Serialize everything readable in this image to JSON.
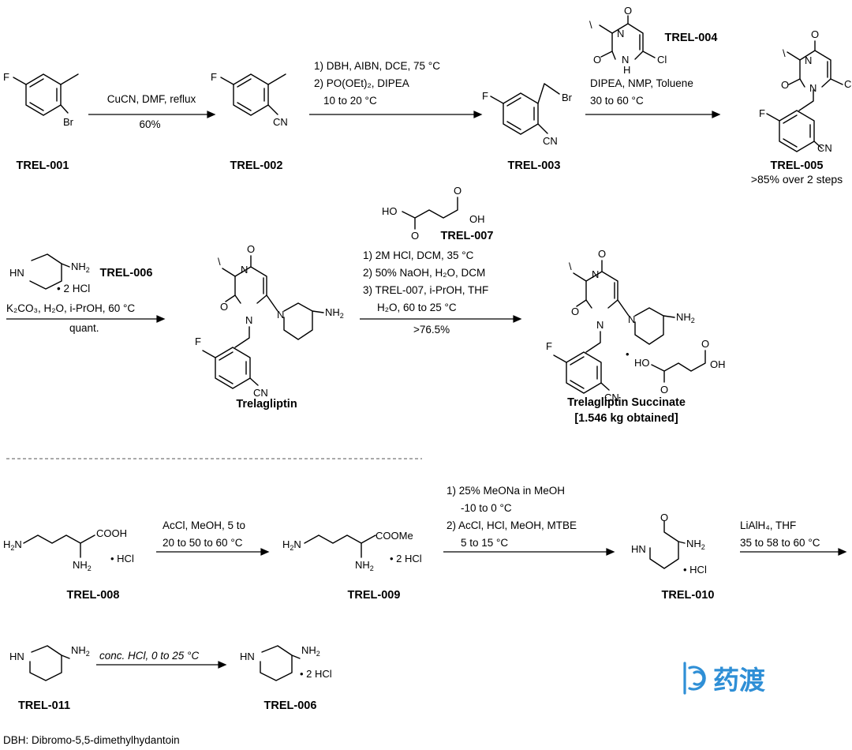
{
  "compounds": {
    "trel001": "TREL-001",
    "trel002": "TREL-002",
    "trel003": "TREL-003",
    "trel004": "TREL-004",
    "trel005": "TREL-005",
    "trel005_yield": ">85% over 2 steps",
    "trel006": "TREL-006",
    "trel007": "TREL-007",
    "trelagliptin": "Trelagliptin",
    "succinate": "Trelagliptin Succinate",
    "succinate_amount": "[1.546 kg obtained]",
    "trel008": "TREL-008",
    "trel009": "TREL-009",
    "trel010": "TREL-010",
    "trel011": "TREL-011",
    "trel006b": "TREL-006"
  },
  "steps": {
    "s1": {
      "line1": "CuCN, DMF, reflux",
      "line2": "60%"
    },
    "s2": {
      "line1": "1) DBH, AIBN, DCE, 75 °C",
      "line2": "2) PO(OEt)₂, DIPEA",
      "line3": "10 to 20 °C"
    },
    "s3": {
      "line1": "DIPEA, NMP, Toluene",
      "line2": "30 to 60 °C"
    },
    "s4": {
      "salt": "• 2 HCl",
      "line1": "K₂CO₃, H₂O, i-PrOH, 60 °C",
      "line2": "quant."
    },
    "s5": {
      "line1": "1) 2M HCl, DCM, 35 °C",
      "line2": "2) 50% NaOH, H₂O, DCM",
      "line3": "3) TREL-007, i-PrOH, THF",
      "line4": "H₂O, 60 to 25 °C",
      "line5": ">76.5%"
    },
    "s6": {
      "line1": "AcCl, MeOH, 5 to",
      "line2": "20 to 50 to 60 °C"
    },
    "s7": {
      "line1": "1) 25% MeONa in MeOH",
      "line2": "-10 to 0 °C",
      "line3": "2) AcCl, HCl, MeOH, MTBE",
      "line4": "5 to 15 °C"
    },
    "s8": {
      "line1": "LiAlH₄, THF",
      "line2": "35 to 58 to 60 °C"
    },
    "s9": {
      "line1": "conc. HCl, 0 to 25 °C"
    }
  },
  "footnote": "DBH: Dibromo-5,5-dimethylhydantoin",
  "watermark": "药渡",
  "colors": {
    "ink": "#000000",
    "watermark": "#2f8fd6"
  }
}
